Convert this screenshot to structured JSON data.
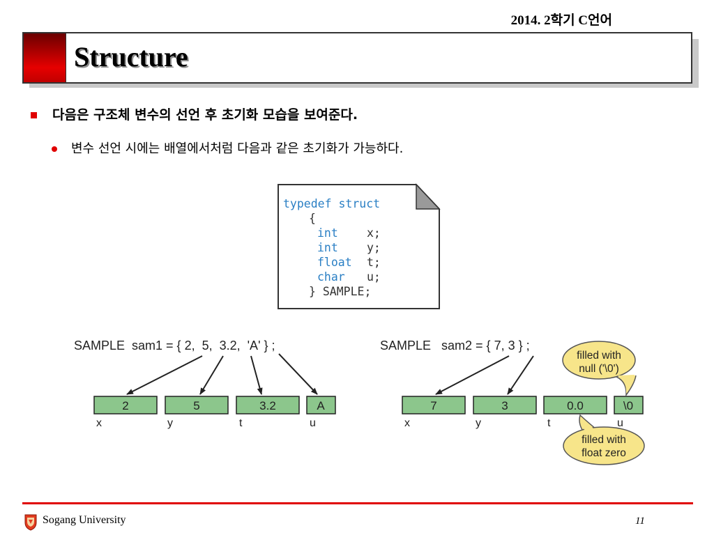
{
  "header": {
    "course": "2014. 2학기 C언어"
  },
  "title": "Structure",
  "bullets": {
    "level1": "다음은 구조체 변수의 선언 후 초기화 모습을 보여준다.",
    "level2": "변수 선언 시에는 배열에서처럼 다음과 같은 초기화가 가능하다."
  },
  "code": {
    "line1": "typedef struct",
    "line2": "{",
    "fields": [
      {
        "type": "int",
        "name": "x;"
      },
      {
        "type": "int",
        "name": "y;"
      },
      {
        "type": "float",
        "name": "t;"
      },
      {
        "type": "char",
        "name": "u;"
      }
    ],
    "line_end": "} SAMPLE;"
  },
  "diagram1": {
    "declaration": "SAMPLE  sam1 = { 2,  5,  3.2,  'A' } ;",
    "boxes": [
      "2",
      "5",
      "3.2",
      "A"
    ],
    "labels": [
      "x",
      "y",
      "t",
      "u"
    ]
  },
  "diagram2": {
    "declaration": "SAMPLE   sam2 = { 7, 3 } ;",
    "boxes": [
      "7",
      "3",
      "0.0",
      "\\0"
    ],
    "labels": [
      "x",
      "y",
      "t",
      "u"
    ],
    "callout_null": [
      "filled with",
      "null ('\\0')"
    ],
    "callout_float": [
      "filled with",
      "float zero"
    ]
  },
  "footer": {
    "university": "Sogang University",
    "page": "11"
  },
  "colors": {
    "accent_red": "#e00000",
    "box_green": "#8cc68c",
    "code_blue": "#2a7fc4",
    "callout_yellow": "#f7e58a"
  }
}
